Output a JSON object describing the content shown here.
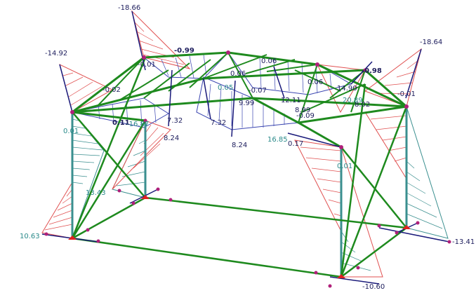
{
  "colors": {
    "background": "#ffffff",
    "member_green": "#1e8a1e",
    "column_teal": "#3a8f8f",
    "positive_moment": "#e05050",
    "negative_moment": "#3a45b0",
    "axis_dark_blue": "#1a1a7a",
    "node_magenta": "#b0207a",
    "support_red": "#e02020",
    "label_dark": "#1c1c5c",
    "label_teal": "#2a8a8a"
  },
  "labels": {
    "l1": "-18.66",
    "l2": "-14.92",
    "l3": "-18.64",
    "l4": "-0.99",
    "l5": "-0.98",
    "l6": "-0.01",
    "l7": "-0.01",
    "l8": "-0.02",
    "l9": "-0.07",
    "l10": "0.06",
    "l11": "0.06",
    "l12": "0.06",
    "l13": "0.01",
    "l14": "0.11",
    "l15": "-16.87",
    "l16": "8.24",
    "l17": "7.32",
    "l18": "7.32",
    "l19": "8.24",
    "l20": "9.99",
    "l21": "12.11",
    "l22": "8.99",
    "l23": "8.02",
    "l24": "20.89",
    "l25": "14.90",
    "l26": "16.85",
    "l27": "0.17",
    "l28": "0.01",
    "l29": "13.43",
    "l30": "10.63",
    "l31": "-13.41",
    "l32": "-10.60",
    "l33": "0.05",
    "l34": "-0.09"
  }
}
